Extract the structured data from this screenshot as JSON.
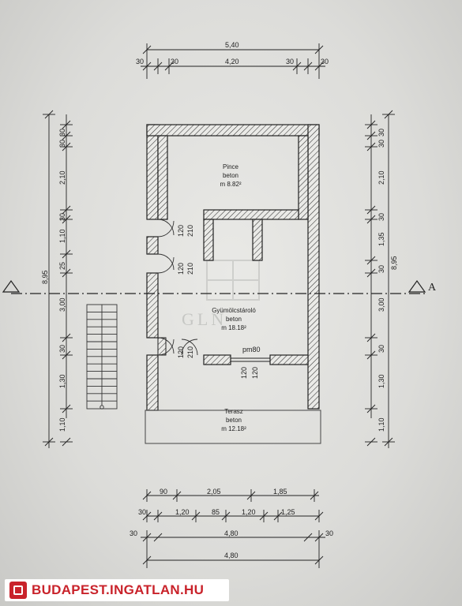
{
  "rooms": {
    "pince": {
      "name": "Pince",
      "material": "beton",
      "area": "m 8.82²"
    },
    "gyumolcs": {
      "name": "Gyümölcstároló",
      "material": "beton",
      "area": "m 18.18²"
    },
    "terasz": {
      "name": "Terasz",
      "material": "beton",
      "area": "m 12.18²"
    }
  },
  "dims_top": {
    "total": "5,40",
    "inner": "4,20",
    "wall_left": "30",
    "wall_left2": "30",
    "wall_right": "30",
    "wall_right2": "30"
  },
  "dims_left": {
    "total": "8,95",
    "segments": [
      "30",
      "30",
      "2,10",
      "30",
      "1,10",
      "25",
      "3,00",
      "30",
      "1,30",
      "1,10"
    ]
  },
  "dims_right": {
    "total": "8,95",
    "segments": [
      "30",
      "30",
      "2,10",
      "30",
      "1,35",
      "30",
      "3,00",
      "30",
      "1,30",
      "1,10"
    ]
  },
  "dims_bottom1": [
    "90",
    "2,05",
    "1,85"
  ],
  "dims_bottom2": [
    "30",
    "1,20",
    "85",
    "1,20",
    "1,25"
  ],
  "dims_bottom3": {
    "left": "30",
    "mid": "4,80",
    "right": "30"
  },
  "dims_bottom4": "4,80",
  "openings": {
    "door1": [
      "120",
      "210"
    ],
    "door2": [
      "120",
      "210"
    ],
    "door3": [
      "120",
      "210"
    ],
    "window": [
      "120",
      "120"
    ],
    "pm": "pm80"
  },
  "section": {
    "left": "",
    "right": "A"
  },
  "watermark": "GLN",
  "brand": "BUDAPEST.INGATLAN.HU"
}
